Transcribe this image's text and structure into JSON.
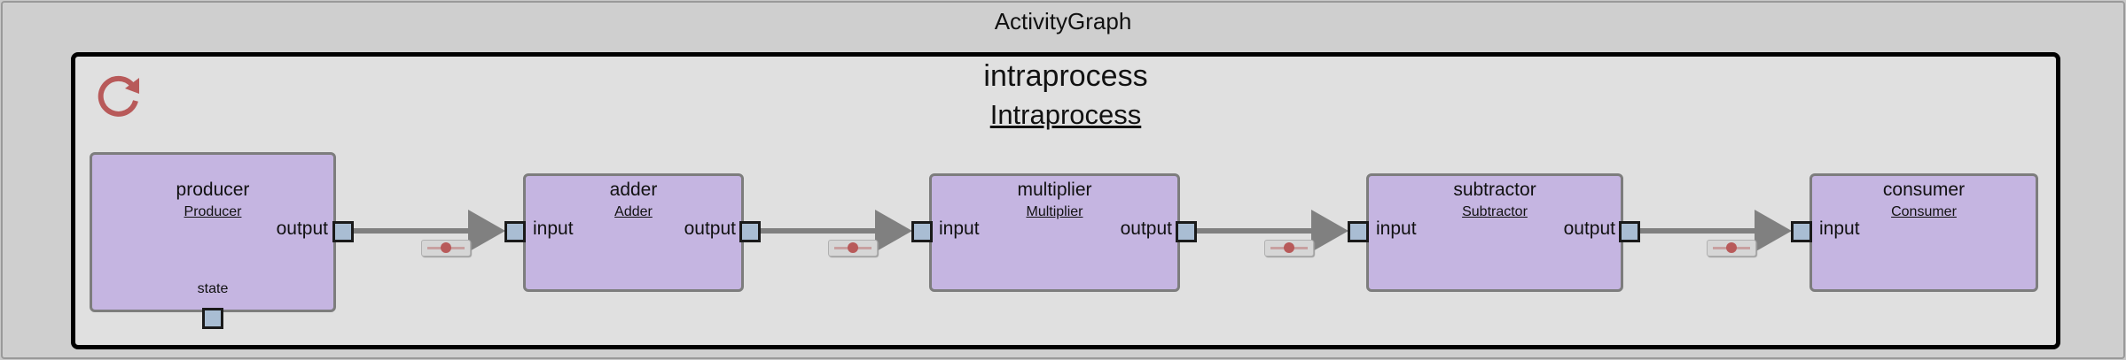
{
  "graph": {
    "title": "ActivityGraph",
    "group_title": "intraprocess",
    "group_subtitle": "Intraprocess",
    "refresh_icon": "refresh-icon",
    "colors": {
      "node_fill": "#c5b5e1",
      "port_fill": "#a9bdd3",
      "edge": "#808080",
      "refresh_icon": "#b85a5a"
    }
  },
  "nodes": {
    "producer": {
      "name": "producer",
      "type": "Producer",
      "output": "output",
      "state": "state"
    },
    "adder": {
      "name": "adder",
      "type": "Adder",
      "input": "input",
      "output": "output"
    },
    "multiplier": {
      "name": "multiplier",
      "type": "Multiplier",
      "input": "input",
      "output": "output"
    },
    "subtractor": {
      "name": "subtractor",
      "type": "Subtractor",
      "input": "input",
      "output": "output"
    },
    "consumer": {
      "name": "consumer",
      "type": "Consumer",
      "input": "input"
    }
  },
  "edges": [
    {
      "from": "producer.output",
      "to": "adder.input"
    },
    {
      "from": "adder.output",
      "to": "multiplier.input"
    },
    {
      "from": "multiplier.output",
      "to": "subtractor.input"
    },
    {
      "from": "subtractor.output",
      "to": "consumer.input"
    }
  ]
}
